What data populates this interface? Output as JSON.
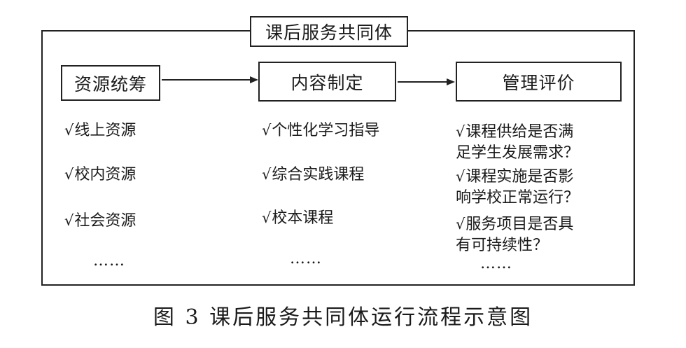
{
  "frame_title": "课后服务共同体",
  "steps": [
    {
      "label": "资源统筹"
    },
    {
      "label": "内容制定"
    },
    {
      "label": "管理评价"
    }
  ],
  "check_symbol": "√",
  "columns": [
    {
      "items": [
        "线上资源",
        "校内资源",
        "社会资源"
      ],
      "ellipsis": "……"
    },
    {
      "items": [
        "个性化学习指导",
        "综合实践课程",
        "校本课程"
      ],
      "ellipsis": "……"
    },
    {
      "items": [
        {
          "line1": "课程供给是否满",
          "line2": "足学生发展需求？"
        },
        {
          "line1": "课程实施是否影",
          "line2": "响学校正常运行？"
        },
        {
          "line1": "服务项目是否具",
          "line2": "有可持续性？"
        }
      ],
      "ellipsis": "……"
    }
  ],
  "caption": "图 3  课后服务共同体运行流程示意图"
}
